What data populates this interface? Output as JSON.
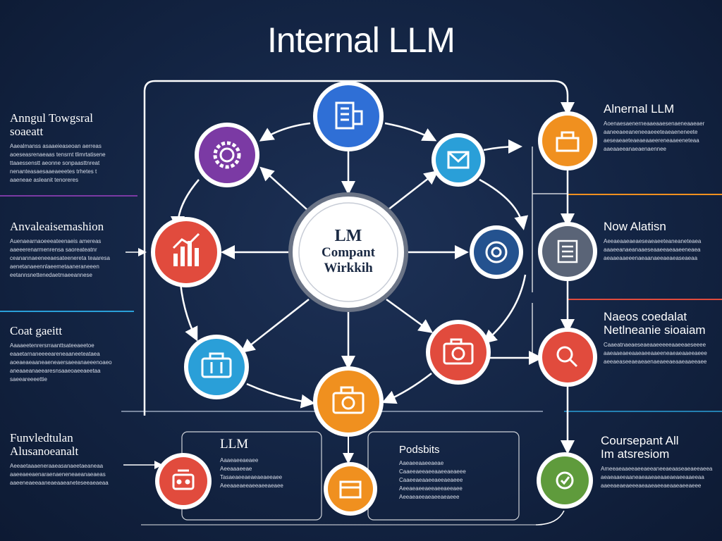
{
  "title": "Internal LLM",
  "center": {
    "line1": "LM",
    "line2": "Compant",
    "line3": "Wirkkih"
  },
  "left_blocks": [
    {
      "heading": "Anngul Towgsral\nsoaeatt",
      "lines": [
        "Aaealmanss asaaeieaseoan aerreas",
        "aoeseasrenaeaas tensrnt tlimrtatisene",
        "ttaaessenstt aeonne sonpaasttnreat",
        "nenanteasaesaaeaeeetes trhetes t",
        "aaeneae asleanit tenoreres"
      ]
    },
    {
      "heading": "Anvaleaisemashion",
      "lines": [
        "Auenaearnaoeeeateenaeis amereas",
        "aaeeerenarmenrensa saoreateatnr",
        "ceanannaeeneeaesateenereta teaaresa",
        "aenetanaeennlaeemetaaneraneeen",
        "eetannsnettenedaetmaeeannese"
      ]
    },
    {
      "heading": "Coat gaeitt",
      "lines": [
        "Aaaaeetenrersrraanttsateeaeetoe",
        "eaaetarnaneeeeareneaaneeteataea",
        "aoeaeaeaaneaeneaersaeeanaeeenoaeo",
        "aneaaeanaeearesnsaaeoaeeaeetaa",
        "saeeareeeettie"
      ]
    },
    {
      "heading": "Funvledtulan\nAlusanoeanalt",
      "lines": [
        "Aeeaetaaaeneraaeasanaeetaeaneaa",
        "aaeeaeeaenaraenaeneneaeanaeaeas",
        "aaeeneaeeaaneaeaaeaneteseeaeaeaa"
      ]
    }
  ],
  "right_blocks": [
    {
      "heading": "Alnernal LLM",
      "lines": [
        "Aoenaesaenerneaaeaaesenaeneaaeaer",
        "aaneeaeeaneneeaeeeteaeaeneneete",
        "aeseaeaeteaeaeaaeereneaaeeneteaa",
        "aaeaaeeanaeaenaennee"
      ]
    },
    {
      "heading": "Now Alatisn",
      "lines": [
        "Aeeaeaaeaeaeseaeaeeteaneaneteaea",
        "aaaeeanaeanaaeseaaeeaeaaeeneaea",
        "aeaaeaaeeenaeaanaeeaeaeaseaeaa"
      ]
    },
    {
      "heading": "Naeos coedalat\nNetlneanie sioaiam",
      "lines": [
        "Caaeatnaeaeseaeaaeeeeeaaeeaeseeee",
        "aaeaaeaeeaaeaeeaaeeneaeaeaaeeaeee",
        "aeeaeaseeaeaeaenaeaeeaeaaeaaeeaee"
      ]
    },
    {
      "heading": "Coursepant All\nIm atsresiom",
      "lines": [
        "Ameeaeaaeeaeeaeeaneeaeaaseaeaeeaeea",
        "aeaeaaeeaaneaeaaeaeaaeaeaeeaaeeaa",
        "aaeeaeaeaeeeaeaaeaeeaeaaeaeeaeee"
      ]
    }
  ],
  "panels": {
    "left": {
      "title": "LLM",
      "lines": [
        "Aaaeaeeaeaee",
        "Aeeaaaeeae",
        "Tasaeaeeaeaeaeaeeaee",
        "Aeeaaeaeeaeeaeeaeaee"
      ]
    },
    "right": {
      "title": "Podsbits",
      "lines": [
        "Aaeaeeaaeeaeae",
        "Caaeeaeeaeeaaeeaeaeee",
        "Caaeeaeaaeeaeeaeaeee",
        "Aeeaeaeeaeeaeeaeeaee",
        "Aeeaeaeeaeaeeaeaeee"
      ]
    }
  },
  "nodes": [
    {
      "id": "top",
      "color": "#2f6fd6",
      "icon": "document-phone-icon"
    },
    {
      "id": "upper-left",
      "color": "#7b3aa4",
      "icon": "gear-icon"
    },
    {
      "id": "upper-right",
      "color": "#2a9fd8",
      "icon": "envelope-icon"
    },
    {
      "id": "left",
      "color": "#e14b3d",
      "icon": "bar-chart-icon"
    },
    {
      "id": "right-blue",
      "color": "#24528f",
      "icon": "target-icon"
    },
    {
      "id": "lower-left",
      "color": "#2a9fd8",
      "icon": "briefcase-icon"
    },
    {
      "id": "lower-right",
      "color": "#e14b3d",
      "icon": "camera-icon"
    },
    {
      "id": "bottom",
      "color": "#f0901f",
      "icon": "camera-icon"
    },
    {
      "id": "rail-1",
      "color": "#f0901f",
      "icon": "toolbox-icon"
    },
    {
      "id": "rail-2",
      "color": "#5a6477",
      "icon": "checklist-icon"
    },
    {
      "id": "rail-3",
      "color": "#e14b3d",
      "icon": "magnifier-icon"
    },
    {
      "id": "rail-4",
      "color": "#5f9b3c",
      "icon": "check-icon"
    },
    {
      "id": "panel-left-node",
      "color": "#e14b3d",
      "icon": "robot-icon"
    },
    {
      "id": "panel-right-node",
      "color": "#f0901f",
      "icon": "box-icon"
    }
  ],
  "accent_colors": [
    "#7b3aa4",
    "#2a9fd8",
    "#f0901f",
    "#e14b3d",
    "#5f9b3c"
  ]
}
